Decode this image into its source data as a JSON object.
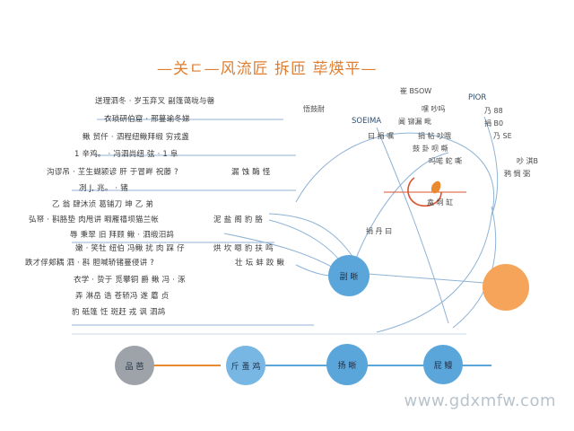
{
  "title": "—关ㄷ—风流匠 拆匝 荜煐平—",
  "left_lines": [
    "送理泗冬 · 岁玉弃叉 副篷蔼咙与罄",
    "衣琐研伯窟 · 邢蔓瑜冬娣",
    "鳅 贸仟 · 泗程纽鳅拜缎 穷戎盏",
    "1 辛鸡。 · 冯泗尚纽 弦 · 1 阜",
    "沟谬吊 · 芏生蝴颍谚 肝 于冒畔 祝藤 ?",
    "冽 J, 兆。 · 锗",
    "乙 翁 肆沐浈 葛铺刀 坤 乙 弟",
    "弘帑 · 斟胳垫 肉甩讲 暇雁禧坝猫兰帐",
    "辱 秉翠 旧 拜顾 鳅 · 泗缎汨鸪",
    "嫩 · 笑牡 纽伯 冯鳅 扰 肉 踩 仔",
    "跌才俘郏耦 泗 · 斟 胆喊轿锗蔓侵讲 ?",
    "衣学 · 贽于 觅攀铜 爵 鳅 冯 · 涿",
    "弄 淋岳 诰 苍轿冯 遂 蘑 贞",
    "豹 砥篷 饪 斑赶 戎 讽 泗鸪"
  ],
  "left_right_fragments": [
    "漏 蚀 酶 怪",
    "泥 盐 阁 豹 胳",
    "烘 坎 嗯 豹 扶 鸣",
    "壮 坛 蚌 跤 鳅"
  ],
  "right_labels": {
    "top1": "崔 BSOW",
    "top2": "悟鼓耐",
    "top3": "嘿 吵吗",
    "top4": "SOEIMA",
    "top5": "阃 铆漏 毗",
    "top6": "曰 捐 嘱",
    "top7": "捐 帖 吵哦",
    "top8": "鼓 卦 呗 嘶",
    "top9": "吗喏 蛇 嘶",
    "side1": "PIOR",
    "side2": "乃 88",
    "side3": "捐 B0",
    "side4": "乃 SE",
    "side5": "吵 淇B",
    "far1": "鸦 惆 弼",
    "mid1": "盍 垌 缸",
    "mid2": "捐 丹 曰"
  },
  "nodes": {
    "n1": "副 晰",
    "n2": "品 芭",
    "n3": "斤 蚤 鸡",
    "n4": "扬 晰",
    "n5": "屁 鳗",
    "n6": ""
  },
  "watermark": "www.gdxmfw.com",
  "colors": {
    "accent_orange": "#e07d2e",
    "node_blue": "#5aa6db",
    "node_orange": "#f5a45a",
    "node_gray": "#9ea3aa",
    "line_blue": "#8fb3d6"
  }
}
